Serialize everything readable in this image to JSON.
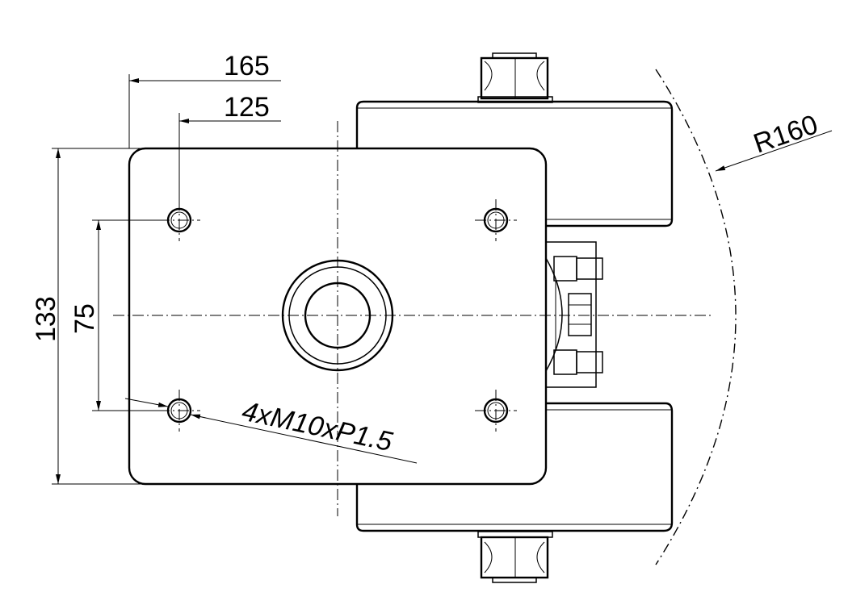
{
  "dimensions": {
    "width_outer": "165",
    "width_inner": "125",
    "height_outer": "133",
    "height_inner": "75",
    "radius": "R160",
    "thread": "4xM10xP1.5"
  }
}
